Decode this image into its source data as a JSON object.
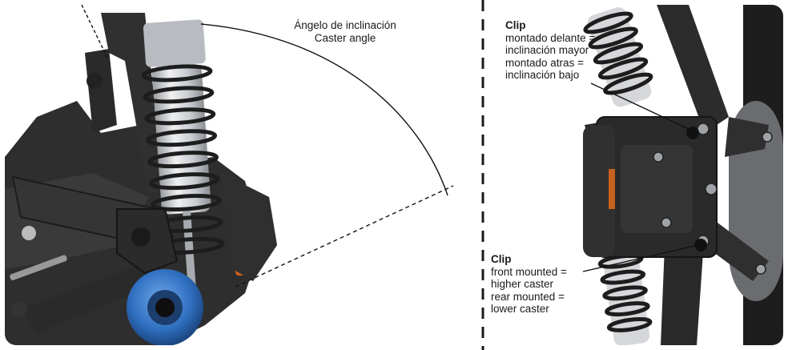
{
  "left_panel": {
    "label_es": "Ángelo de inclinación",
    "label_en": "Caster angle"
  },
  "right_panel": {
    "clip_upper": {
      "title": "Clip",
      "lines": [
        "montado delante =",
        "inclinación mayor",
        "montado atras =",
        "inclinación bajo"
      ]
    },
    "clip_lower": {
      "title": "Clip",
      "lines": [
        "front mounted =",
        "higher caster",
        "rear mounted =",
        "lower caster"
      ]
    }
  },
  "colors": {
    "background": "#ffffff",
    "chassis": "#2b2b2b",
    "shock_body": "#d7d9dc",
    "spring": "#1d1d1d",
    "hub": "#2f6fc0",
    "accent_orange": "#c7621f",
    "divider": "#1a1a1a"
  },
  "icons": [
    "dashed-divider",
    "annotation-line"
  ]
}
